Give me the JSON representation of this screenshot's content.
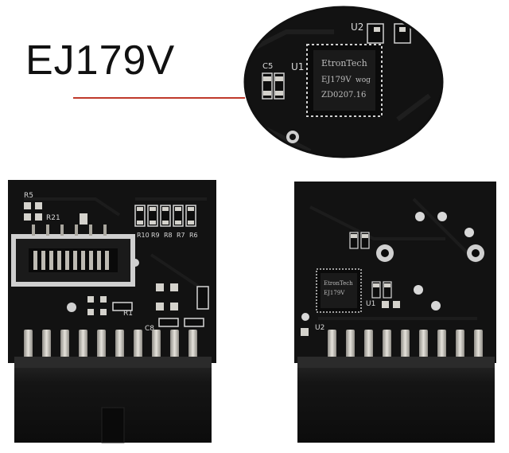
{
  "product": {
    "model_label": "EJ179V"
  },
  "zoom_inset": {
    "chip_brand": "EtronTech",
    "chip_part": "EJ179V",
    "chip_suffix": "wog",
    "chip_lot": "ZD0207.16",
    "silk_u1": "U1",
    "silk_u2": "U2",
    "silk_c": "C5"
  },
  "front_board": {
    "silk_r5": "R5",
    "silk_r21": "R21",
    "silk_r1": "R1",
    "silk_c8": "C8",
    "silk_r10": "R10",
    "silk_r6": "R6",
    "silk_r7": "R7",
    "silk_r8": "R8",
    "silk_r9": "R9"
  },
  "back_board": {
    "silk_u1": "U1",
    "silk_u2": "U2",
    "chip_brand": "EtronTech",
    "chip_part": "EJ179V"
  },
  "colors": {
    "pcb": "#111111",
    "gold": "#c9c6bd",
    "callout_line": "#c0392b",
    "connector": "#151515"
  }
}
